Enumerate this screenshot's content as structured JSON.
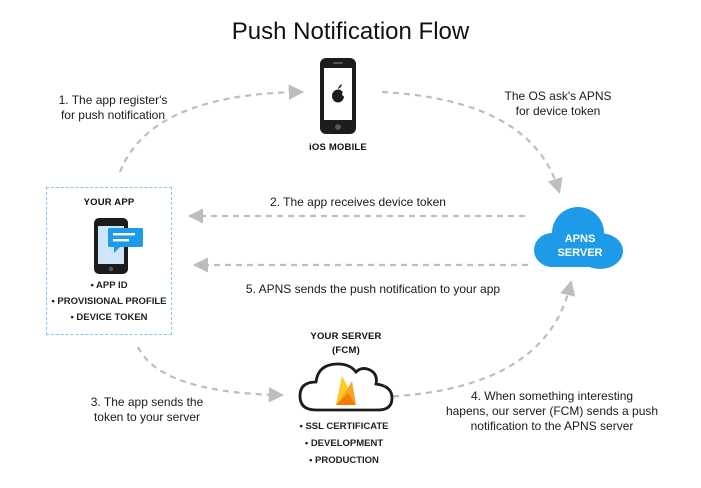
{
  "title": "Push Notification Flow",
  "ios_mobile": {
    "caption": "iOS MOBILE"
  },
  "your_app": {
    "caption": "YOUR APP",
    "items": [
      "• APP ID",
      "• PROVISIONAL PROFILE",
      "• DEVICE TOKEN"
    ]
  },
  "apns": {
    "line1": "APNS",
    "line2": "SERVER"
  },
  "your_server": {
    "caption_line1": "YOUR SERVER",
    "caption_line2": "(FCM)",
    "items": [
      "• SSL CERTIFICATE",
      "• DEVELOPMENT",
      "• PRODUCTION"
    ]
  },
  "steps": {
    "register_line1": "1. The app register's",
    "register_line2": "for push notification",
    "os_line1": "The OS ask's APNS",
    "os_line2": "for device token",
    "receives": "2. The app receives device token",
    "apns_sends": "5. APNS sends the push notification to your app",
    "sends_line1": "3. The app sends the",
    "sends_line2": "token to your server",
    "server_line1": "4. When something interesting",
    "server_line2": "hapens, our server (FCM) sends a push",
    "server_line3": "notification to the APNS server"
  },
  "colors": {
    "arrow": "#bdbdbd",
    "cloud_blue": "#1d9be8",
    "phone_dark": "#1c1c1c",
    "phone_screen_blue": "#cfe6f8",
    "chat_blue": "#1d9be8",
    "app_box_border": "#8ec3ec",
    "firebase_orange": "#f5a623",
    "firebase_yellow": "#ffca28"
  }
}
